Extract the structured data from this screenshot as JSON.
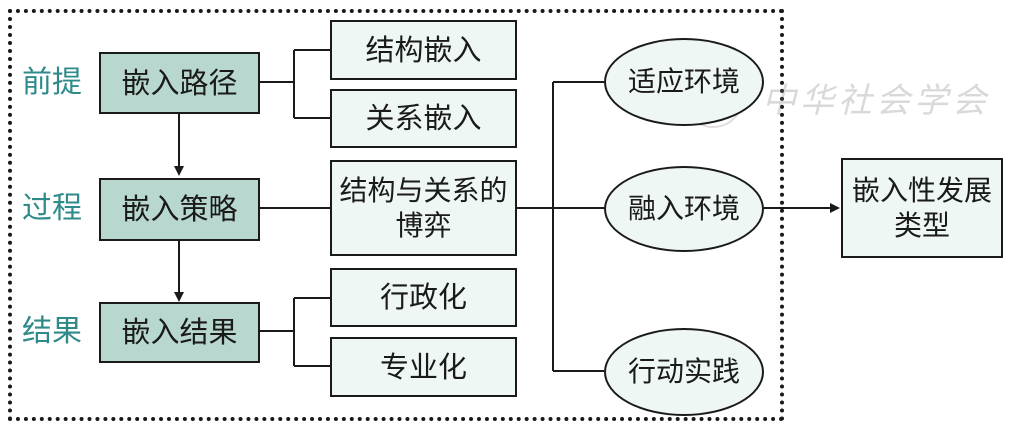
{
  "stages": {
    "premise": "前提",
    "process": "过程",
    "result": "结果"
  },
  "left_boxes": {
    "path": "嵌入路径",
    "strategy": "嵌入策略",
    "outcome": "嵌入结果"
  },
  "mid_boxes": {
    "structural": "结构嵌入",
    "relational": "关系嵌入",
    "game": "结构与关系的博弈",
    "administrative": "行政化",
    "professional": "专业化"
  },
  "ovals": {
    "adapt": "适应环境",
    "integrate": "融入环境",
    "action": "行动实践"
  },
  "final_box": "嵌入性发展类型",
  "watermark": "中华社会学会",
  "colors": {
    "stage_label": "#2f8a8a",
    "dark_fill": "#b8d7cf",
    "light_fill": "#eef7f3",
    "line": "#1a1a1a"
  }
}
